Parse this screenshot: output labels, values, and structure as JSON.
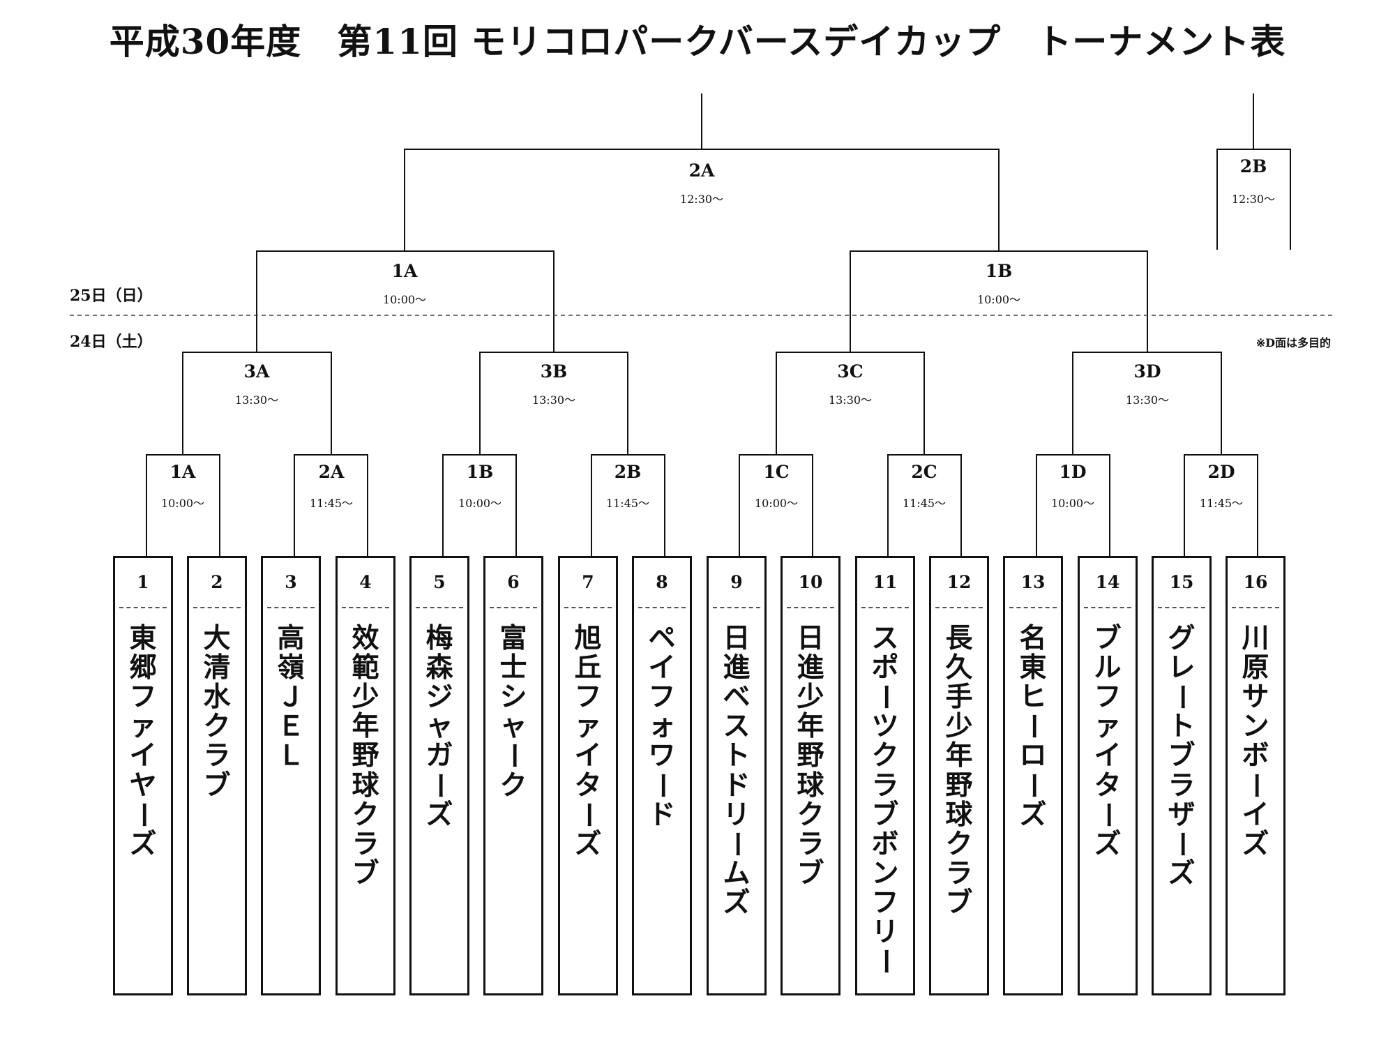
{
  "title": "平成30年度　第11回 モリコロパークバースデイカップ　トーナメント表",
  "days": {
    "day2": "25日（日）",
    "day1": "24日（土）"
  },
  "note": "※D面は多目的",
  "matches": {
    "r1_1A": {
      "label": "1A",
      "time": "10:00〜"
    },
    "r1_2A": {
      "label": "2A",
      "time": "11:45〜"
    },
    "r1_1B": {
      "label": "1B",
      "time": "10:00〜"
    },
    "r1_2B": {
      "label": "2B",
      "time": "11:45〜"
    },
    "r1_1C": {
      "label": "1C",
      "time": "10:00〜"
    },
    "r1_2C": {
      "label": "2C",
      "time": "11:45〜"
    },
    "r1_1D": {
      "label": "1D",
      "time": "10:00〜"
    },
    "r1_2D": {
      "label": "2D",
      "time": "11:45〜"
    },
    "r2_3A": {
      "label": "3A",
      "time": "13:30〜"
    },
    "r2_3B": {
      "label": "3B",
      "time": "13:30〜"
    },
    "r2_3C": {
      "label": "3C",
      "time": "13:30〜"
    },
    "r2_3D": {
      "label": "3D",
      "time": "13:30〜"
    },
    "sf_1A": {
      "label": "1A",
      "time": "10:00〜"
    },
    "sf_1B": {
      "label": "1B",
      "time": "10:00〜"
    },
    "final_2A": {
      "label": "2A",
      "time": "12:30〜"
    },
    "third_2B": {
      "label": "2B",
      "time": "12:30〜"
    }
  },
  "teams": [
    {
      "num": "1",
      "name": "東郷ファイヤーズ"
    },
    {
      "num": "2",
      "name": "大清水クラブ"
    },
    {
      "num": "3",
      "name": "高嶺ＪＥＬ"
    },
    {
      "num": "4",
      "name": "效範少年野球クラブ"
    },
    {
      "num": "5",
      "name": "梅森ジャガーズ"
    },
    {
      "num": "6",
      "name": "富士シャーク"
    },
    {
      "num": "7",
      "name": "旭丘ファイターズ"
    },
    {
      "num": "8",
      "name": "ペイフォワード"
    },
    {
      "num": "9",
      "name": "日進ベストドリームズ"
    },
    {
      "num": "10",
      "name": "日進少年野球クラブ"
    },
    {
      "num": "11",
      "name": "スポーツクラブボンフリー"
    },
    {
      "num": "12",
      "name": "長久手少年野球クラブ"
    },
    {
      "num": "13",
      "name": "名東ヒーローズ"
    },
    {
      "num": "14",
      "name": "ブルファイターズ"
    },
    {
      "num": "15",
      "name": "グレートブラザーズ"
    },
    {
      "num": "16",
      "name": "川原サンボーイズ"
    }
  ]
}
